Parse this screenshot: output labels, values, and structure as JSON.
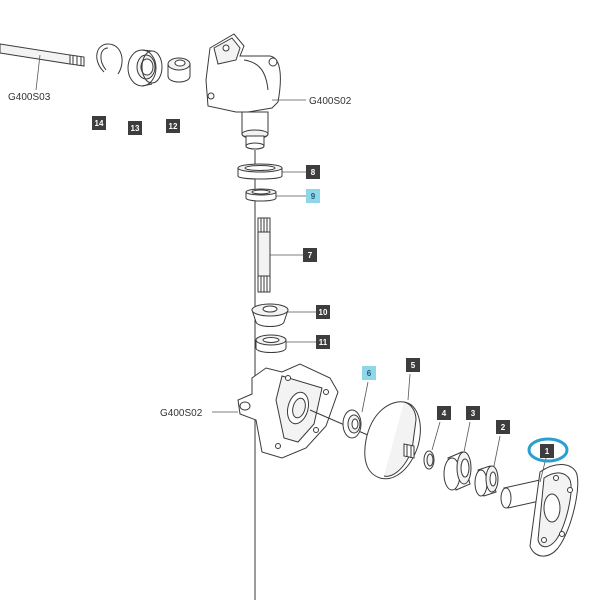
{
  "diagram": {
    "callouts": [
      {
        "id": "1",
        "label": "1",
        "highlight": false
      },
      {
        "id": "2",
        "label": "2",
        "highlight": false
      },
      {
        "id": "3",
        "label": "3",
        "highlight": false
      },
      {
        "id": "4",
        "label": "4",
        "highlight": false
      },
      {
        "id": "5",
        "label": "5",
        "highlight": false
      },
      {
        "id": "6",
        "label": "6",
        "highlight": true
      },
      {
        "id": "7",
        "label": "7",
        "highlight": false
      },
      {
        "id": "8",
        "label": "8",
        "highlight": false
      },
      {
        "id": "9",
        "label": "9",
        "highlight": true
      },
      {
        "id": "10",
        "label": "10",
        "highlight": false
      },
      {
        "id": "11",
        "label": "11",
        "highlight": false
      },
      {
        "id": "12",
        "label": "12",
        "highlight": false
      },
      {
        "id": "13",
        "label": "13",
        "highlight": false
      },
      {
        "id": "14",
        "label": "14",
        "highlight": false
      }
    ],
    "references": {
      "shaft_ref": "G400S03",
      "upper_housing_ref": "G400S02",
      "lower_housing_ref": "G400S02"
    },
    "colors": {
      "callout_dark": "#3d3d3d",
      "callout_highlight": "#8fd6e8",
      "selection_ring": "#2a9fd0"
    },
    "selected_part": "1"
  }
}
